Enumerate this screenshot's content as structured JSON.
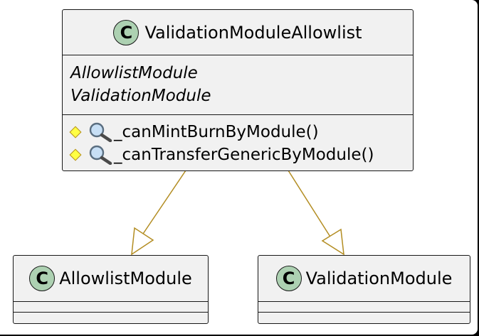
{
  "main_class": {
    "name": "ValidationModuleAllowlist",
    "badge": "C",
    "stereotypes": [
      "AllowlistModule",
      "ValidationModule"
    ],
    "methods": [
      "_canMintBurnByModule()",
      "_canTransferGenericByModule()"
    ]
  },
  "left_class": {
    "name": "AllowlistModule",
    "badge": "C"
  },
  "right_class": {
    "name": "ValidationModule",
    "badge": "C"
  },
  "colors": {
    "class_fill": "#f1f1f1",
    "badge_fill": "#add1b2",
    "edge": "#b38d22",
    "protected_marker": "#ffff44"
  },
  "icons": {
    "class_badge": "circle-c-icon",
    "method_visibility": "protected-diamond-icon",
    "method_search": "magnifier-icon"
  }
}
